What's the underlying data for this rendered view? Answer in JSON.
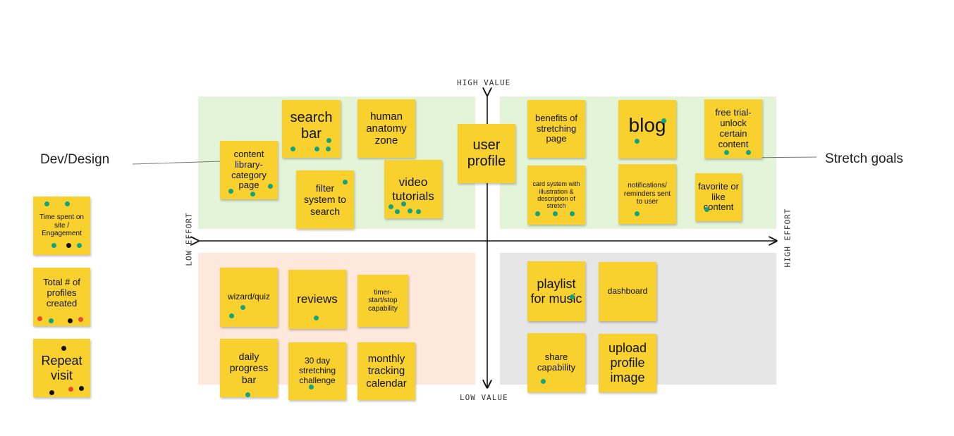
{
  "axes": {
    "top": "HIGH VALUE",
    "bottom": "LOW VALUE",
    "left": "LOW EFFORT",
    "right": "HIGH EFFORT"
  },
  "labels": {
    "left": "Dev/Design",
    "right": "Stretch goals"
  },
  "notes": {
    "search_bar": "search bar",
    "human_anatomy": "human anatomy zone",
    "content_library": "content library-category page",
    "filter_system": "filter system to search",
    "video_tutorials": "video tutorials",
    "user_profile": "user profile",
    "benefits": "benefits of stretching page",
    "blog": "blog",
    "free_trial": "free trial-unlock certain content",
    "card_system": "card system with illustration & description of stretch",
    "notifications": "notifications/ reminders sent to user",
    "favorite": "favorite or like content",
    "wizard": "wizard/quiz",
    "reviews": "reviews",
    "timer": "timer-start/stop capability",
    "daily_progress": "daily progress bar",
    "challenge": "30 day stretching challenge",
    "monthly_calendar": "monthly tracking calendar",
    "playlist": "playlist for music",
    "dashboard": "dashboard",
    "share": "share capability",
    "upload_image": "upload profile image",
    "time_spent": "Time spent on site / Engagement",
    "total_profiles": "Total # of profiles created",
    "repeat_visit": "Repeat visit"
  },
  "colors": {
    "sticky": "#f8d12e",
    "high_value_quadrants": "#e3f4d9",
    "low_value_low_effort": "#fde8db",
    "low_value_high_effort": "#e6e6e6",
    "dot_green": "#12a37f",
    "dot_black": "#111111",
    "dot_red": "#f0462c"
  }
}
